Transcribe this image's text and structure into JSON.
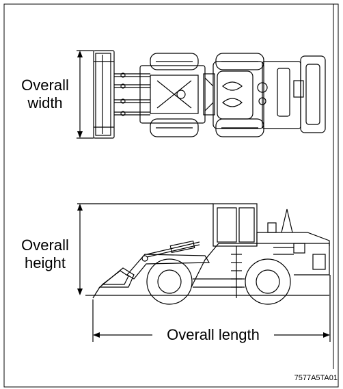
{
  "labels": {
    "overall_width": [
      "Overall",
      "width"
    ],
    "overall_height": [
      "Overall",
      "height"
    ],
    "overall_length": "Overall length",
    "figure_code": "7577A5TA01"
  }
}
